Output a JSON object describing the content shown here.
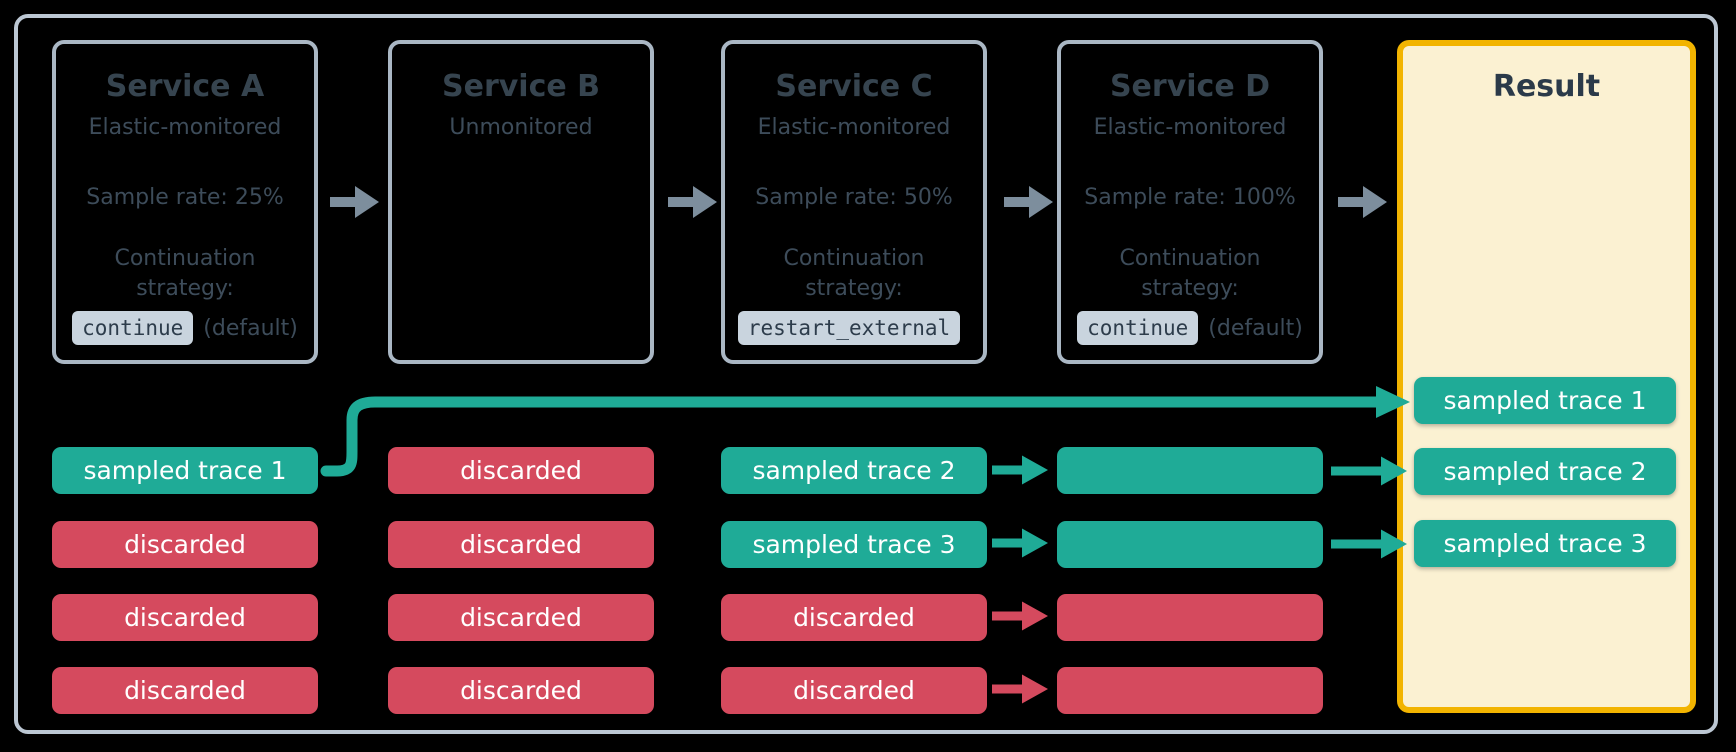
{
  "diagram": {
    "services": [
      {
        "title": "Service A",
        "monitoring": "Elastic-monitored",
        "sample_rate": "Sample rate: 25%",
        "strategy_label": "Continuation strategy:",
        "strategy_value": "continue",
        "strategy_suffix": "(default)"
      },
      {
        "title": "Service B",
        "monitoring": "Unmonitored",
        "sample_rate": "",
        "strategy_label": "",
        "strategy_value": "",
        "strategy_suffix": ""
      },
      {
        "title": "Service C",
        "monitoring": "Elastic-monitored",
        "sample_rate": "Sample rate: 50%",
        "strategy_label": "Continuation strategy:",
        "strategy_value": "restart_external",
        "strategy_suffix": ""
      },
      {
        "title": "Service D",
        "monitoring": "Elastic-monitored",
        "sample_rate": "Sample rate: 100%",
        "strategy_label": "Continuation strategy:",
        "strategy_value": "continue",
        "strategy_suffix": "(default)"
      }
    ],
    "columns": {
      "a": [
        {
          "label": "sampled trace 1",
          "status": "sampled"
        },
        {
          "label": "discarded",
          "status": "discarded"
        },
        {
          "label": "discarded",
          "status": "discarded"
        },
        {
          "label": "discarded",
          "status": "discarded"
        }
      ],
      "b": [
        {
          "label": "discarded",
          "status": "discarded"
        },
        {
          "label": "discarded",
          "status": "discarded"
        },
        {
          "label": "discarded",
          "status": "discarded"
        },
        {
          "label": "discarded",
          "status": "discarded"
        }
      ],
      "c": [
        {
          "label": "sampled trace 2",
          "status": "sampled"
        },
        {
          "label": "sampled trace 3",
          "status": "sampled"
        },
        {
          "label": "discarded",
          "status": "discarded"
        },
        {
          "label": "discarded",
          "status": "discarded"
        }
      ],
      "d": [
        {
          "label": "",
          "status": "sampled"
        },
        {
          "label": "",
          "status": "sampled"
        },
        {
          "label": "",
          "status": "discarded"
        },
        {
          "label": "",
          "status": "discarded"
        }
      ]
    },
    "result": {
      "title": "Result",
      "traces": [
        {
          "label": "sampled trace 1",
          "status": "sampled"
        },
        {
          "label": "sampled trace 2",
          "status": "sampled"
        },
        {
          "label": "sampled trace 3",
          "status": "sampled"
        }
      ]
    },
    "colors": {
      "sampled_teal": "#1fab97",
      "discarded_red": "#d54a5e",
      "flow_arrow_gray": "#7d8e9d",
      "result_border_gold": "#f2b400",
      "result_fill_cream": "#fbf1d2",
      "box_border": "#aab7c4",
      "outer_frame_border": "#bcc7d3",
      "chip_background": "#c9d4de",
      "text_dark_slate": "#36444f"
    }
  }
}
